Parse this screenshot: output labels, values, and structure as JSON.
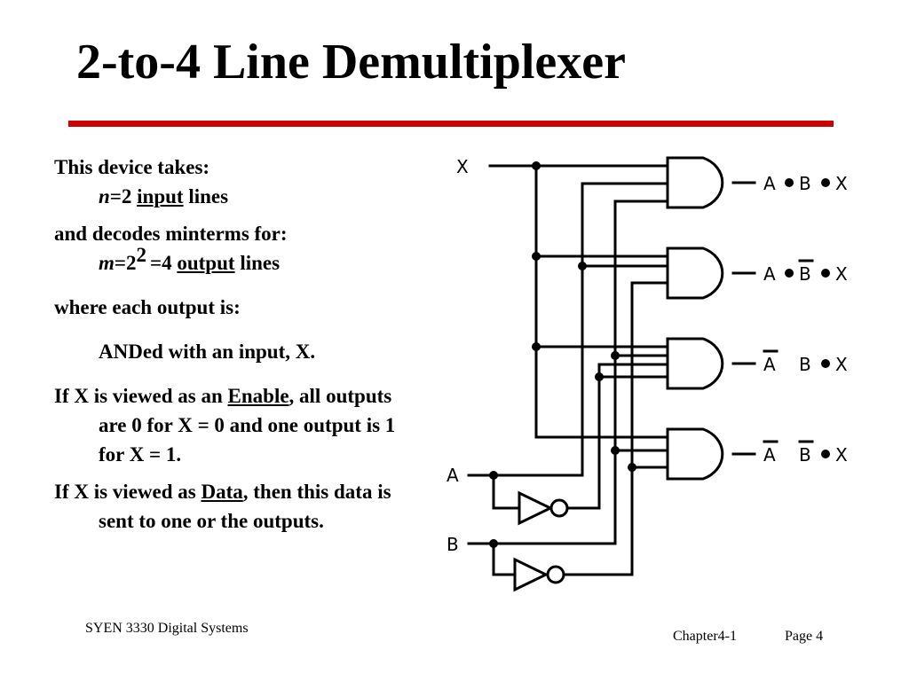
{
  "slide": {
    "title": "2-to-4 Line Demultiplexer"
  },
  "content": {
    "line1": "This device takes:",
    "line2_var": "n",
    "line2_eq": "=2 ",
    "line2_link": "input",
    "line2_rest": " lines",
    "line3": "and decodes minterms for:",
    "line4_var": "m",
    "line4_eq": "=2",
    "line4_sup": "2",
    "line4_eq2": "=4 ",
    "line4_link": "output",
    "line4_rest": " lines",
    "line5": "where each output is:",
    "line6": "ANDed with an input, X.",
    "para1_pre": "If X is viewed as an ",
    "para1_link": "Enable",
    "para1_post": ", all outputs are 0 for X = 0 and one output is 1 for X = 1.",
    "para2_pre": "If X is viewed as ",
    "para2_link": "Data",
    "para2_post": ", then this data is sent to one or the outputs."
  },
  "diagram": {
    "inputs": {
      "x": "X",
      "a": "A",
      "b": "B"
    },
    "outputs": [
      {
        "a": "A",
        "b": "B",
        "x": "X",
        "a_bar": false,
        "b_bar": false
      },
      {
        "a": "A",
        "b": "B",
        "x": "X",
        "a_bar": false,
        "b_bar": true
      },
      {
        "a": "A",
        "b": "B",
        "x": "X",
        "a_bar": true,
        "b_bar": false
      },
      {
        "a": "A",
        "b": "B",
        "x": "X",
        "a_bar": true,
        "b_bar": true
      }
    ]
  },
  "footer": {
    "course": "SYEN 3330 Digital Systems",
    "chapter": "Chapter4-1",
    "page": "Page 4"
  },
  "colors": {
    "title_rule": "#cc0000"
  }
}
